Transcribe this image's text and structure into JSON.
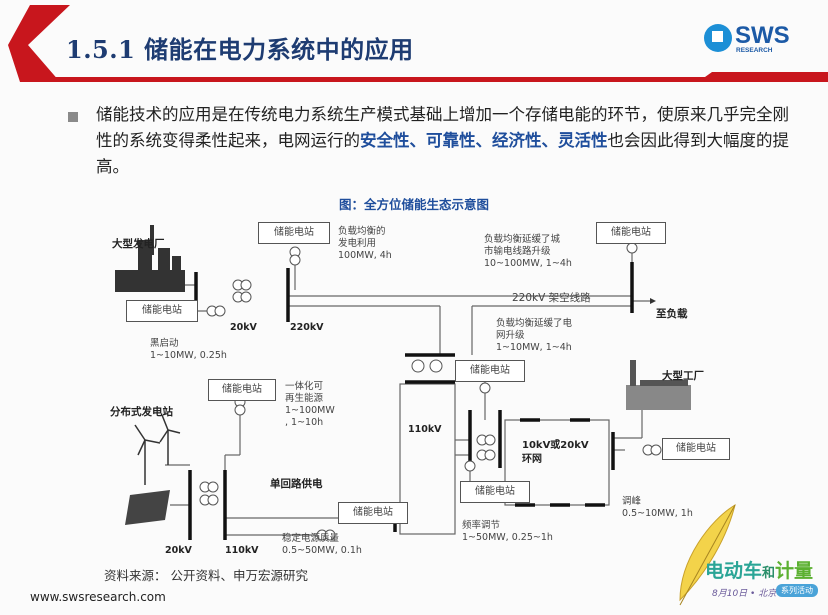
{
  "header": {
    "title": "1.5.1 储能在电力系统中的应用",
    "logo_text": "SWS",
    "logo_sub": "RESEARCH"
  },
  "body": {
    "bullet_parts": [
      "储能技术的应用是在传统电力系统生产模式基础上增加一个存储电能的环节，使原来几乎完全刚性的系统变得柔性起来，电网运行的",
      "安全性",
      "、",
      "可靠性",
      "、",
      "经济性",
      "、",
      "灵活性",
      "也会因此得到大幅度的提高。"
    ]
  },
  "figure": {
    "caption": "图：全方位储能生态示意图",
    "storage_label": "储能电站",
    "large_plant": "大型发电厂",
    "distributed": "分布式发电站",
    "factory": "大型工厂",
    "to_load": "至负载",
    "line_220": "220kV 架空线路",
    "kv20": "20kV",
    "kv220": "220kV",
    "kv110": "110kV",
    "ring": "10kV或20kV",
    "ring2": "环网",
    "single_circuit": "单回路供电",
    "notes": {
      "gen_util": [
        "负载均衡的",
        "发电利用",
        "100MW, 4h"
      ],
      "city_line": [
        "负载均衡延缓了城",
        "市输电线路升级",
        "10~100MW, 1~4h"
      ],
      "grid_up": [
        "负载均衡延缓了电",
        "网升级",
        "1~10MW, 1~4h"
      ],
      "black_start": [
        "黑启动",
        "1~10MW, 0.25h"
      ],
      "renewable": [
        "一体化可",
        "再生能源",
        "1~100MW",
        ", 1~10h"
      ],
      "stable": [
        "稳定电源质量",
        "0.5~50MW, 0.1h"
      ],
      "freq": [
        "频率调节",
        "1~50MW, 0.25~1h"
      ],
      "peak": [
        "调峰",
        "0.5~10MW, 1h"
      ]
    }
  },
  "footer": {
    "source": "资料来源：  公开资料、申万宏源研究",
    "url": "www.swsresearch.com",
    "brand": {
      "a": "电动车",
      "b": "和",
      "c": "计量",
      "date": "8月10日 • 北京",
      "badge": "系列活动"
    }
  },
  "colors": {
    "accent_red": "#c8161d",
    "title_blue": "#1e3c72",
    "highlight_blue": "#1f4e9c"
  }
}
